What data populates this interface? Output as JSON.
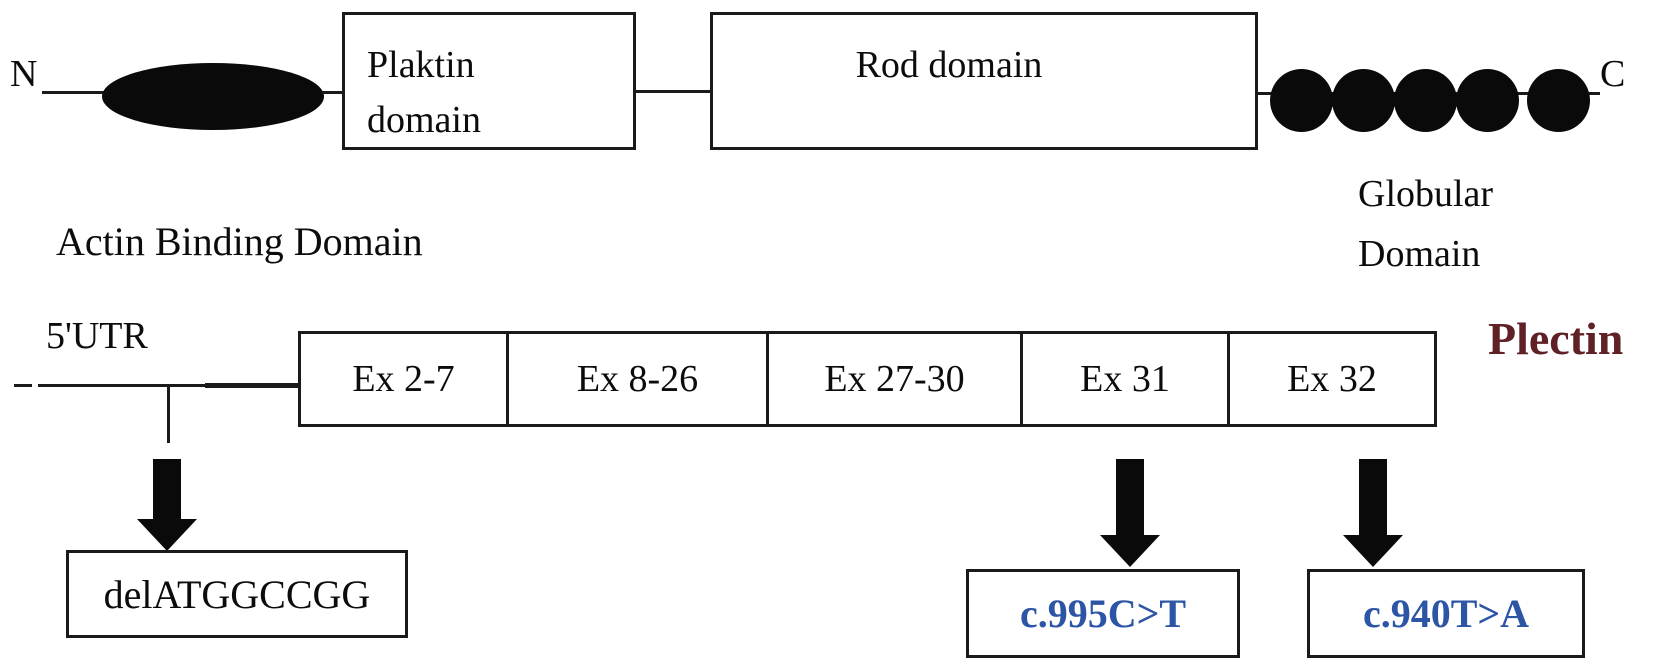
{
  "figure": {
    "background_color": "#ffffff",
    "ink_color": "#0c0c0c"
  },
  "protein": {
    "n_terminus": "N",
    "c_terminus": "C",
    "actin_binding_label": "Actin Binding Domain",
    "plakin_box_line1": "Plaktin",
    "plakin_box_line2": "domain",
    "rod_box_label": "Rod domain",
    "globular_label_line1": "Globular",
    "globular_label_line2": "Domain",
    "globular_repeat_count": 5
  },
  "gene": {
    "utr_label": "5'UTR",
    "gene_name": "Plectin",
    "gene_name_color": "#5f2026",
    "exons": [
      {
        "label": "Ex 2-7"
      },
      {
        "label": "Ex 8-26"
      },
      {
        "label": "Ex 27-30"
      },
      {
        "label": "Ex 31"
      },
      {
        "label": "Ex 32"
      }
    ]
  },
  "mutations": [
    {
      "label": "delATGGCCGG",
      "text_color": "#0c0c0c"
    },
    {
      "label": "c.995C>T",
      "text_color": "#2d55a5"
    },
    {
      "label": "c.940T>A",
      "text_color": "#2d55a5"
    }
  ]
}
